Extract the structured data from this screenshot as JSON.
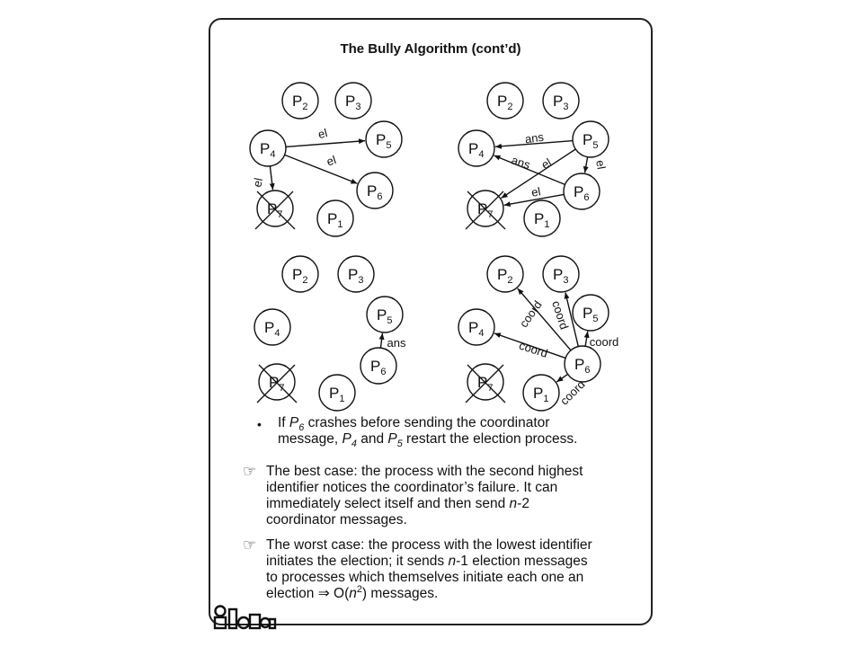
{
  "slide": {
    "title": "The Bully Algorithm (cont’d)",
    "process_prefix": "P",
    "edge_labels": {
      "election": "el",
      "answer": "ans",
      "coordinator": "coord"
    },
    "bullet": {
      "glyph": "•",
      "line1": {
        "pre": "If ",
        "p": "P",
        "sub": "6",
        "post": " crashes before sending the coordinator"
      },
      "line2": {
        "pre": "message, ",
        "p4": "P",
        "sub4": "4",
        "mid": " and ",
        "p5": "P",
        "sub5": "5",
        "post": " restart the election process."
      }
    },
    "best_case": {
      "line1": "The best case: the process with the second highest",
      "line2": "identifier notices the coordinator’s failure. It can",
      "line3_pre": "immediately select itself and then send ",
      "line3_em": "n",
      "line3_post": "-2",
      "line4": "coordinator messages."
    },
    "worst_case": {
      "line1": "The worst case: the process with the lowest identifier",
      "line2_pre": "initiates the election; it sends ",
      "line2_em": "n",
      "line2_post": "-1 election messages",
      "line3": "to processes which themselves initiate each one an",
      "line4_pre": "election ⇒ O(",
      "line4_em": "n",
      "line4_sup": "2",
      "line4_post": ") messages."
    },
    "icons": {
      "pointing_hand": "☞"
    }
  }
}
